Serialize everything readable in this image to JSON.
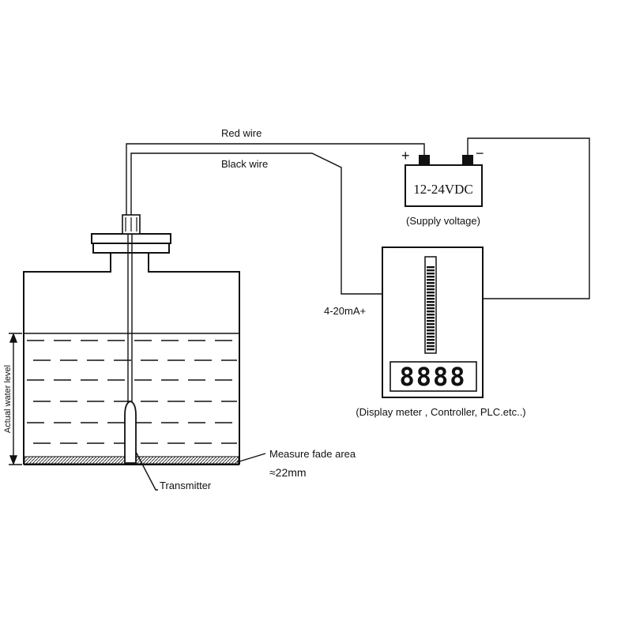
{
  "labels": {
    "red_wire": "Red  wire",
    "black_wire": "Black wire",
    "plus": "+",
    "minus": "−",
    "supply_box": "12-24VDC",
    "supply_caption": "(Supply voltage)",
    "current_signal": "4-20mA+",
    "display_digits": "8888",
    "display_caption": "(Display meter , Controller, PLC.etc..)",
    "water_level": "Actual water level",
    "fade_area": "Measure fade area",
    "fade_value": "≈22mm",
    "transmitter": "Transmitter"
  },
  "colors": {
    "ink": "#111111",
    "background": "#ffffff"
  }
}
